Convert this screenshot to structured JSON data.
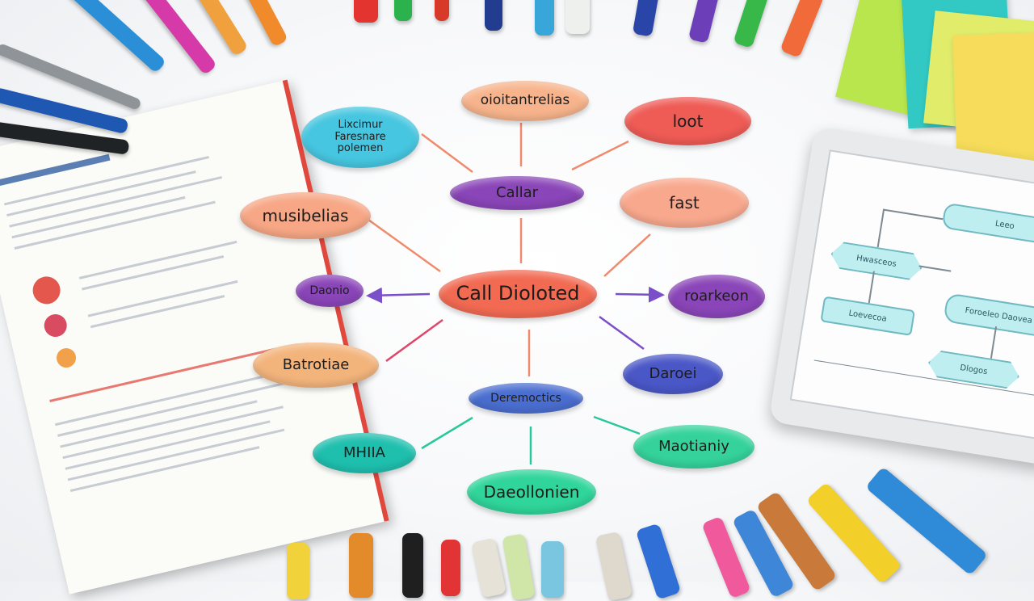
{
  "mind_map": {
    "center": "Call Dioloted",
    "nodes": {
      "top_left": [
        "Lixcimur",
        "Faresnare",
        "polemen"
      ],
      "top": "oioitantrelias",
      "top_right": "loot",
      "upper_middle": "Callar",
      "left_upper": "musibelias",
      "right_upper": "fast",
      "left_middle": "Daonio",
      "right_middle": "roarkeon",
      "left_lower": "Batrotiae",
      "right_lower": "Daroei",
      "lower_middle": "Deremoctics",
      "bottom_left": "MHIIA",
      "bottom_right": "Maotianiy",
      "bottom": "Daeollonien"
    }
  },
  "tablet": {
    "boxes": [
      "Leeo",
      "Hwasceos",
      "Foroeleo Daovea",
      "Loevecoa",
      "Dlogos"
    ]
  },
  "colors": {
    "red": "#ef5b55",
    "peach": "#f7a785",
    "orange": "#f3b47c",
    "cyan": "#46c6e0",
    "purple": "#8a45b8",
    "blue": "#4a57c7",
    "teal": "#1fbfae",
    "mint": "#35d39b",
    "paper": "#ffffff"
  }
}
